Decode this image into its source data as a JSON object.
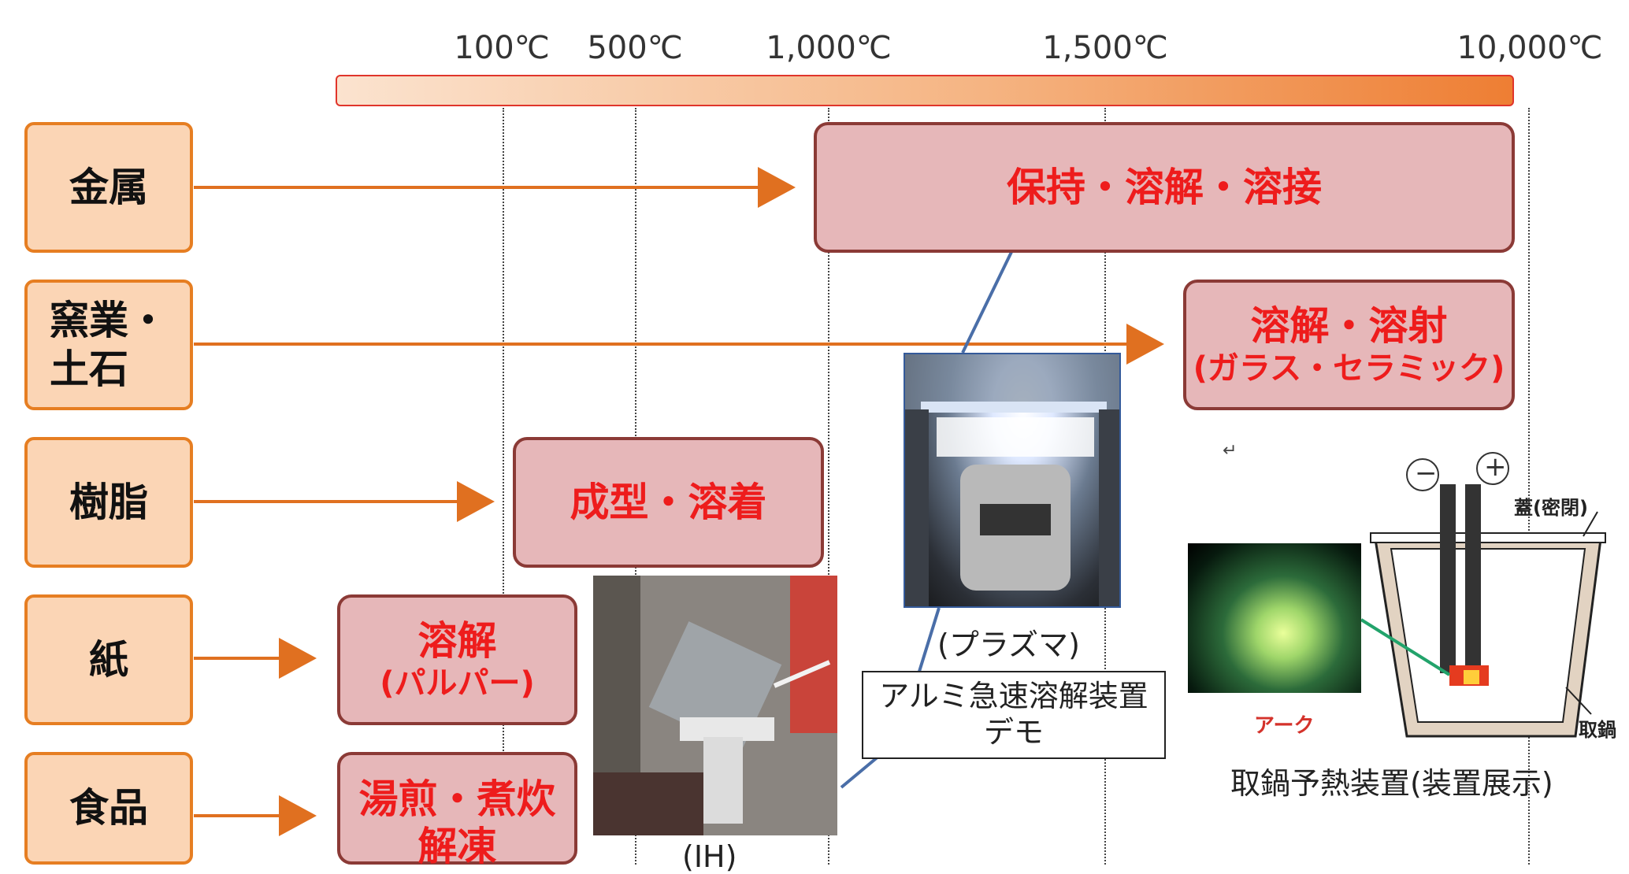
{
  "temperature_scale": {
    "ticks": [
      "100℃",
      "500℃",
      "1,000℃",
      "1,500℃",
      "10,000℃"
    ],
    "gradient_colors": [
      "#fbe3cf",
      "#ee7e33"
    ],
    "border_color": "#e0352b"
  },
  "categories": [
    {
      "label": "金属"
    },
    {
      "label_line1": "窯業・",
      "label_line2": "土石"
    },
    {
      "label": "樹脂"
    },
    {
      "label": "紙"
    },
    {
      "label": "食品"
    }
  ],
  "applications": {
    "metal": {
      "main": "保持・溶解・溶接"
    },
    "ceramics": {
      "main": "溶解・溶射",
      "sub": "(ガラス・セラミック)"
    },
    "resin": {
      "main": "成型・溶着"
    },
    "paper": {
      "main": "溶解",
      "sub": "(パルパー)"
    },
    "food": {
      "line1": "湯煎・煮炊",
      "line2": "解凍"
    }
  },
  "photos": {
    "ih_caption": "(IH)",
    "plasma_caption": "(プラズマ)",
    "demo_line1": "アルミ急速溶解装置",
    "demo_line2": "デモ",
    "ladle_caption": "取鍋予熱装置(装置展示)"
  },
  "ladle_diagram": {
    "minus_sign": "−",
    "plus_sign": "+",
    "lid_label": "蓋(密閉)",
    "ladle_label": "取鍋",
    "arc_label": "アーク",
    "return_mark": "↵"
  },
  "colors": {
    "category_fill": "#fbd5b5",
    "category_border": "#e67e22",
    "app_fill": "#e6b7b9",
    "app_border": "#8b3a36",
    "app_text": "#ee1c1c",
    "arrow": "#e07020",
    "connector": "#4a6ea8"
  }
}
